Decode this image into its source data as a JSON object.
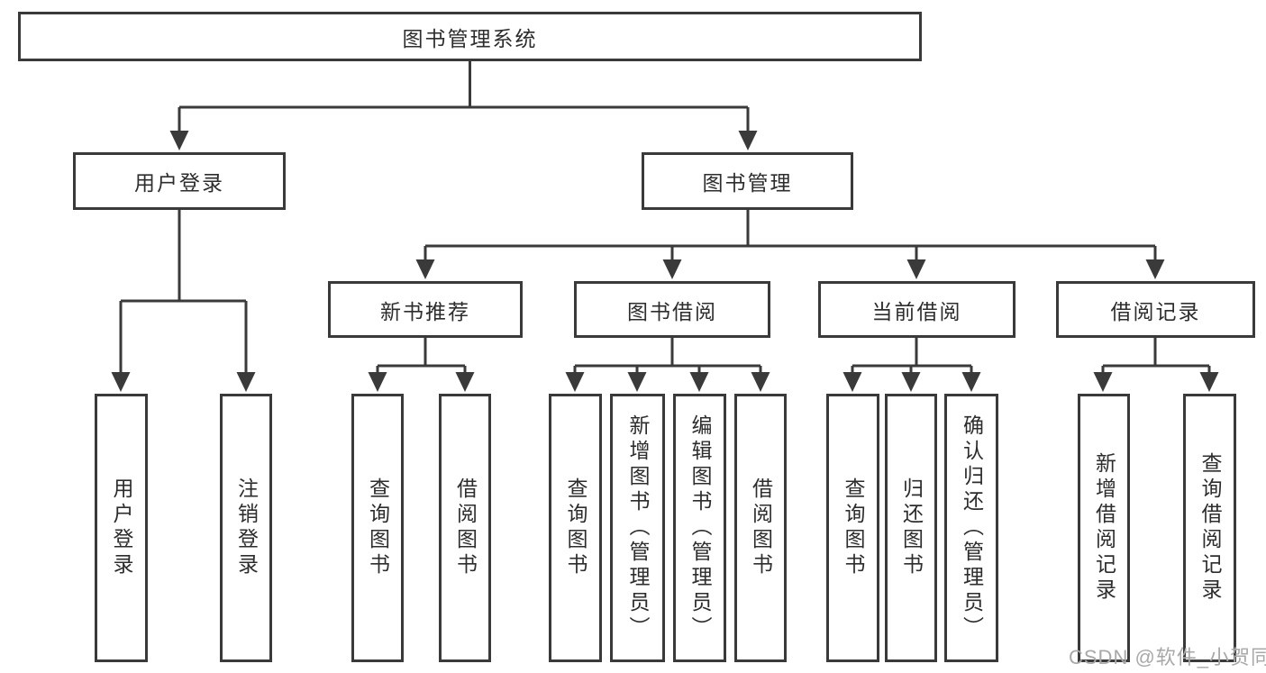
{
  "diagram": {
    "type": "hierarchy-chart",
    "title": "图书管理系统",
    "nodes": {
      "root": "图书管理系统",
      "user_login": "用户登录",
      "book_management": "图书管理",
      "new_book_recommend": "新书推荐",
      "book_borrowing": "图书借阅",
      "current_borrowing": "当前借阅",
      "borrowing_records": "借阅记录",
      "leaves": {
        "user_login": "用户登录",
        "logout": "注销登录",
        "recommend_query_book": "查询图书",
        "recommend_borrow_book": "借阅图书",
        "borrowing_query_book": "查询图书",
        "add_book_admin": "新增图书（管理员）",
        "edit_book_admin": "编辑图书（管理员）",
        "borrowing_borrow_book": "借阅图书",
        "current_query_book": "查询图书",
        "return_book": "归还图书",
        "confirm_return_admin": "确认归还（管理员）",
        "add_borrow_record": "新增借阅记录",
        "query_borrow_record": "查询借阅记录"
      }
    },
    "tree": {
      "图书管理系统": {
        "用户登录": [
          "用户登录",
          "注销登录"
        ],
        "图书管理": {
          "新书推荐": [
            "查询图书",
            "借阅图书"
          ],
          "图书借阅": [
            "查询图书",
            "新增图书（管理员）",
            "编辑图书（管理员）",
            "借阅图书"
          ],
          "当前借阅": [
            "查询图书",
            "归还图书",
            "确认归还（管理员）"
          ],
          "借阅记录": [
            "新增借阅记录",
            "查询借阅记录"
          ]
        }
      }
    }
  },
  "colors": {
    "line": "#3a3a3a",
    "text": "#2d2d2d",
    "box_bg": "#ffffff",
    "watermark": "#a8a8a8",
    "page_bg": "#ffffff"
  },
  "watermark": "CSDN @软件_小贺同学"
}
